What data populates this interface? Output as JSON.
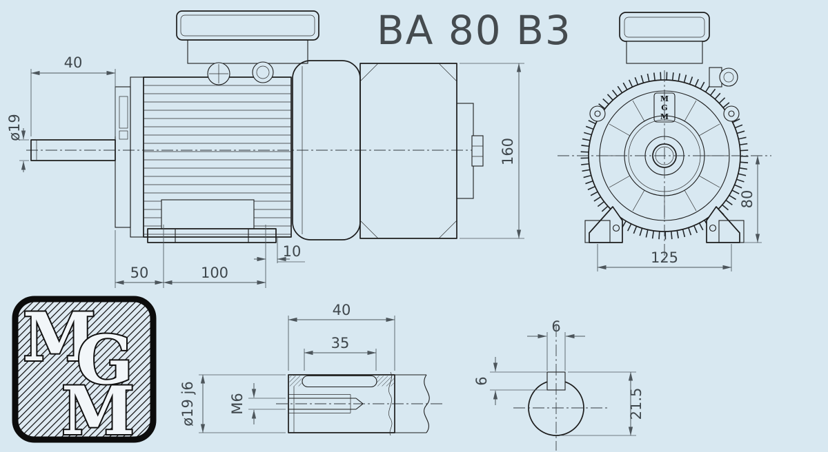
{
  "title": "BA 80 B3",
  "logo": {
    "letters": [
      "M",
      "G",
      "M"
    ]
  },
  "colors": {
    "background": "#d8e8f1",
    "line": "#1c1c1c",
    "dimension": "#4d565c"
  },
  "dims": {
    "side": {
      "shaft_length": "40",
      "shaft_diameter": "ø19",
      "foot_offset": "50",
      "foot_spacing": "100",
      "pad_width": "10",
      "frame_length": "160"
    },
    "front": {
      "axis_height": "80",
      "foot_width": "125"
    },
    "shaft": {
      "end_length": "40",
      "key_length": "35",
      "diameter": "ø19 j6",
      "thread": "M6"
    },
    "key": {
      "width": "6",
      "height": "6",
      "overall": "21.5"
    }
  }
}
